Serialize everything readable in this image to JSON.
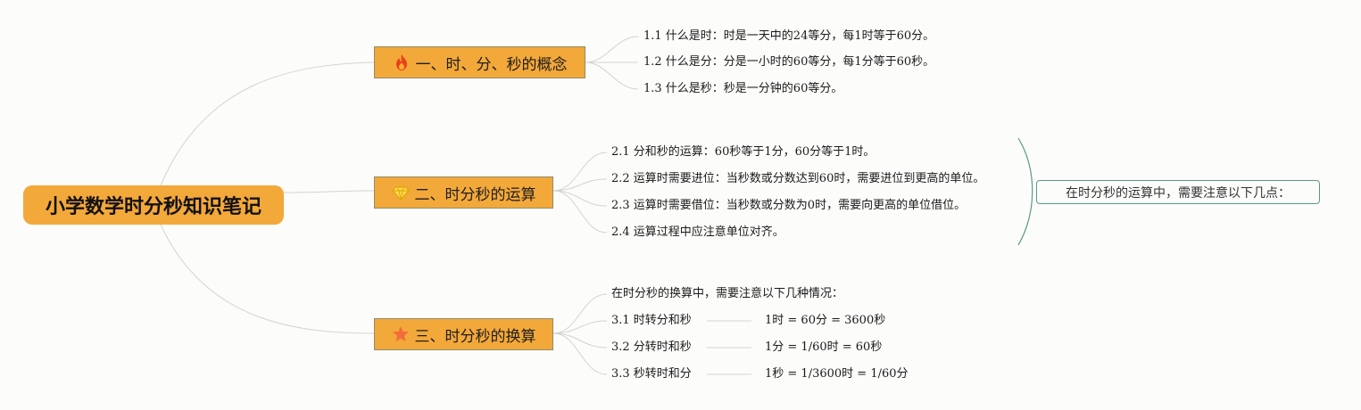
{
  "root": {
    "title": "小学数学时分秒知识笔记"
  },
  "branches": [
    {
      "label": "一、时、分、秒的概念",
      "icon": "fire-icon",
      "items": [
        "1.1 什么是时：时是一天中的24等分，每1时等于60分。",
        "1.2 什么是分：分是一小时的60等分，每1分等于60秒。",
        "1.3 什么是秒：秒是一分钟的60等分。"
      ]
    },
    {
      "label": "二、时分秒的运算",
      "icon": "gem-icon",
      "items": [
        "2.1 分和秒的运算：60秒等于1分，60分等于1时。",
        "2.2 运算时需要进位：当秒数或分数达到60时，需要进位到更高的单位。",
        "2.3 运算时需要借位：当秒数或分数为0时，需要向更高的单位借位。",
        "2.4 运算过程中应注意单位对齐。"
      ],
      "summary": "在时分秒的运算中，需要注意以下几点："
    },
    {
      "label": "三、时分秒的换算",
      "icon": "star-icon",
      "intro": "在时分秒的换算中，需要注意以下几种情况：",
      "items": [
        {
          "label": "3.1 时转分和秒",
          "value": "1时 = 60分 = 3600秒"
        },
        {
          "label": "3.2 分转时和秒",
          "value": "1分 = 1/60时 = 60秒"
        },
        {
          "label": "3.3 秒转时和分",
          "value": "1秒 = 1/3600时 = 1/60分"
        }
      ]
    }
  ],
  "colors": {
    "node_fill": "#f3a83a",
    "node_border": "#8d8d6a",
    "line": "#d4d4cc",
    "summary_accent": "#5a9a88",
    "background": "#fcfcfb"
  }
}
